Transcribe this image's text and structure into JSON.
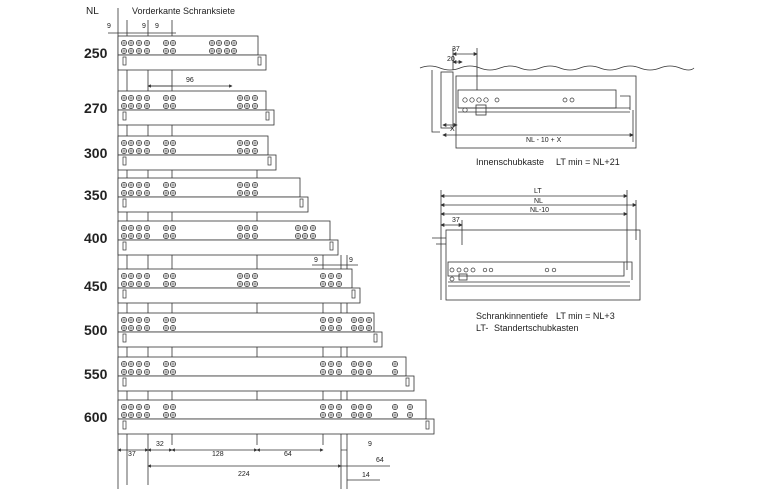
{
  "header": {
    "nl_label": "NL",
    "front_edge_label": "Vorderkante Schranksiete"
  },
  "lengths": [
    "250",
    "270",
    "300",
    "350",
    "400",
    "450",
    "500",
    "550",
    "600"
  ],
  "dims": {
    "top_9a": "9",
    "top_9b": "9",
    "top_9c": "9",
    "d96": "96",
    "mid_9a": "9",
    "mid_9b": "9",
    "b37": "37",
    "b32": "32",
    "b128": "128",
    "b64a": "64",
    "b224": "224",
    "b9": "9",
    "b64b": "64",
    "b14": "14"
  },
  "inner": {
    "d37": "37",
    "d20": "20",
    "dx": "X",
    "dnl": "NL - 10 + X",
    "label": "Innenschubkaste",
    "formula": "LT min = NL+21"
  },
  "standard": {
    "dlt": "LT",
    "dnl": "NL",
    "dnl10": "NL-10",
    "d37": "37",
    "label": "Schrankinnentiefe",
    "formula": "LT min = NL+3",
    "lt_prefix": "LT-",
    "lt_text": "Standertschubkasten"
  },
  "colors": {
    "line": "#333333",
    "paper": "#ffffff"
  }
}
